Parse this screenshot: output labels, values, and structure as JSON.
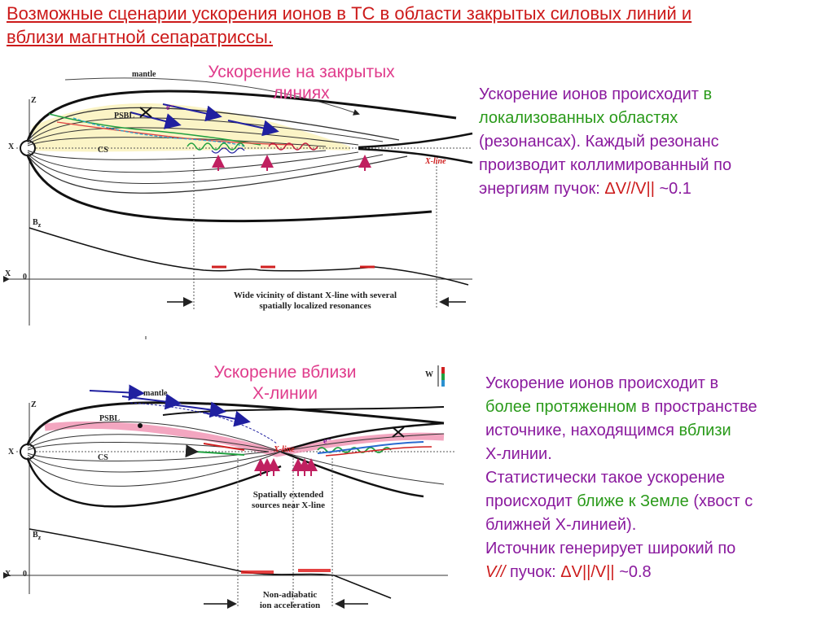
{
  "title": {
    "line1": "Возможные сценарии ускорения ионов в ТС в области закрытых силовых линий и",
    "line2": "вблизи магнтной сепаратриссы."
  },
  "panel1": {
    "heading_l1": "Ускорение на закрытых",
    "heading_l2": "линиях",
    "labels": {
      "mantle": "mantle",
      "psbl": "PSBL",
      "cs": "CS",
      "x": "X",
      "z": "Z",
      "bz": "B",
      "bz_sub": "z",
      "zero": "0",
      "xline": "X-line",
      "eminus": "e⁻"
    },
    "caption_l1": "Wide vicinity of distant X-line with several",
    "caption_l2": "spatially localized resonances",
    "desc": {
      "s1": "Ускорение ионов происходит ",
      "s2": "в",
      "s3": "локализованных областях",
      "s4": "(резонансах). Каждый резонанс",
      "s5": "производит коллимированный по",
      "s6": "энергиям пучок: ",
      "formula": "ΔV//V||",
      "s7": " ~0.1"
    }
  },
  "panel2": {
    "heading_l1": "Ускорение вблизи",
    "heading_l2": "Х-линии",
    "labels": {
      "mantle": "mantle",
      "psbl": "PSBL",
      "cs": "CS",
      "x": "X",
      "z": "Z",
      "bz": "B",
      "bz_sub": "z",
      "zero": "0",
      "xline": "X-line",
      "w": "W",
      "eminus": "e⁻"
    },
    "caption_l1": "Spatially extended",
    "caption_l2": "sources near X-line",
    "caption2_l1": "Non-adiabatic",
    "caption2_l2": "ion acceleration",
    "desc": {
      "s1": "Ускорение ионов происходит в",
      "s2": "более протяженном",
      "s3": " в пространстве",
      "s4": "источнике, находящимся ",
      "s5": "вблизи",
      "s6": "Х-линии",
      "s7": ".",
      "s8": "Статистически такое ускорение",
      "s9": "происходит ",
      "s10": "ближе к Земле",
      "s11": " (хвост с",
      "s12": "ближней Х-линией).",
      "s13": "Источник генерирует широкий по",
      "s14": "V//",
      "s15": " пучок: ",
      "formula": "ΔV||/V||",
      "s16": " ~0.8"
    }
  },
  "colors": {
    "title": "#cc1a1a",
    "heading": "#e03c8c",
    "desc": "#8a1a9e",
    "green": "#2a9a1a"
  }
}
